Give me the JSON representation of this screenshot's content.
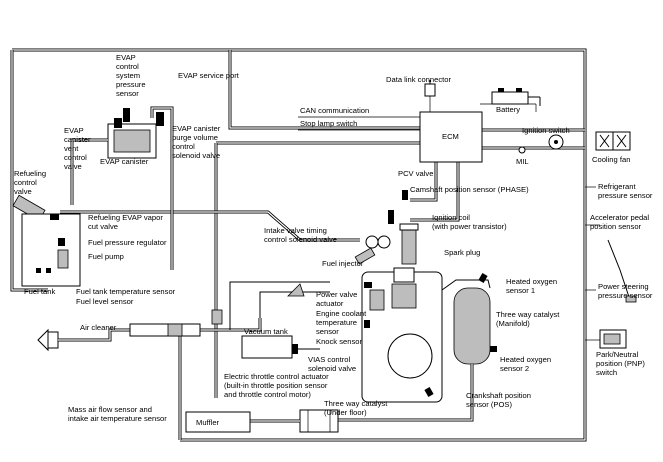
{
  "labels": {
    "evap_control_sensor": [
      "EVAP",
      "control",
      "system",
      "pressure",
      "sensor"
    ],
    "evap_service_port": "EVAP service port",
    "data_link_connector": "Data link connector",
    "battery": "Battery",
    "can_communication": "CAN communication",
    "stop_lamp_switch": "Stop lamp switch",
    "ecm": "ECM",
    "ignition_switch": "Ignition switch",
    "mil": "MIL",
    "cooling_fan": "Cooling fan",
    "evap_vent_valve": [
      "EVAP",
      "canister",
      "vent",
      "control",
      "valve"
    ],
    "evap_canister": "EVAP canister",
    "evap_purge_valve": [
      "EVAP canister",
      "purge volume",
      "control",
      "solenoid valve"
    ],
    "refueling_control_valve": [
      "Refueling",
      "control",
      "valve"
    ],
    "pcv_valve": "PCV valve",
    "camshaft_sensor": "Camshaft position sensor (PHASE)",
    "refrigerant_sensor": [
      "Refrigerant",
      "pressure sensor"
    ],
    "ignition_coil": [
      "Ignition coil",
      "(with power transistor)"
    ],
    "accelerator_sensor": [
      "Accelerator pedal",
      "position sensor"
    ],
    "refueling_evap_cut": [
      "Refueling EVAP vapor",
      "cut valve"
    ],
    "intake_valve_timing": [
      "Intake valve timing",
      "control solenoid valve"
    ],
    "fuel_pressure_regulator": "Fuel pressure regulator",
    "spark_plug": "Spark plug",
    "fuel_pump": "Fuel pump",
    "fuel_injector": "Fuel injector",
    "heated_o2_1": [
      "Heated oxygen",
      "sensor 1"
    ],
    "power_steering_sensor": [
      "Power steering",
      "pressure sensor"
    ],
    "fuel_tank": "Fuel tank",
    "fuel_tank_temp": "Fuel tank temperature sensor",
    "fuel_level": "Fuel level sensor",
    "power_valve_actuator": [
      "Power valve",
      "actuator"
    ],
    "engine_coolant_sensor": [
      "Engine coolant",
      "temperature",
      "sensor"
    ],
    "three_way_manifold": [
      "Three way catalyst",
      "(Manifold)"
    ],
    "air_cleaner": "Air cleaner",
    "vacuum_tank": "Vacuum tank",
    "knock_sensor": "Knock sensor",
    "park_neutral": [
      "Park/Neutral",
      "position (PNP)",
      "switch"
    ],
    "vias_valve": [
      "VIAS control",
      "solenoid valve"
    ],
    "heated_o2_2": [
      "Heated oxygen",
      "sensor 2"
    ],
    "electric_throttle": [
      "Electric throttle control actuator",
      "(built-in throttle position sensor",
      "and throttle control motor)"
    ],
    "crankshaft_sensor": [
      "Crankshaft position",
      "sensor (POS)"
    ],
    "maf_sensor": [
      "Mass air flow sensor and",
      "intake air temperature sensor"
    ],
    "three_way_floor": [
      "Three way catalyst",
      "(Under floor)"
    ],
    "muffler": "Muffler"
  },
  "colors": {
    "line": "#000000",
    "fill": "#bdbdbd",
    "background": "#ffffff"
  }
}
